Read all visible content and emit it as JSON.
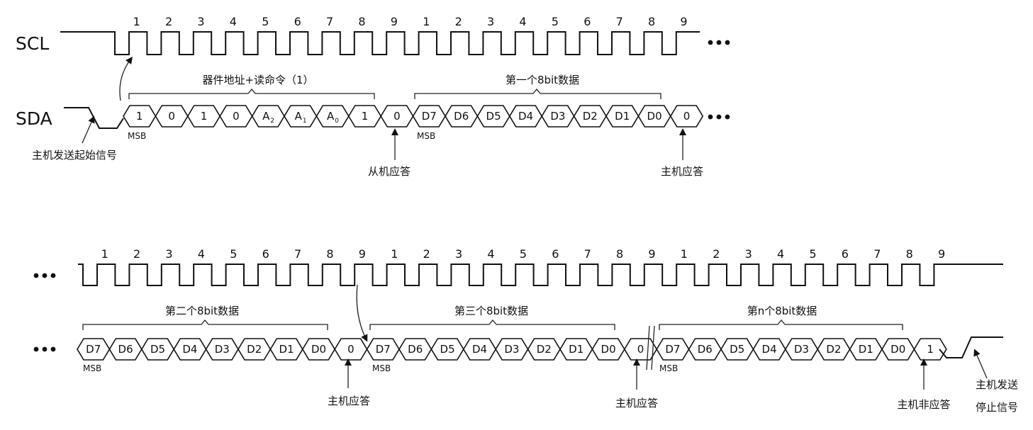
{
  "labels": {
    "scl": "SCL",
    "sda": "SDA",
    "msb": "MSB",
    "ellipsis": "•••"
  },
  "bits_1_to_9": [
    "1",
    "2",
    "3",
    "4",
    "5",
    "6",
    "7",
    "8",
    "9"
  ],
  "row1": {
    "clock_groups": 2,
    "address_cells": [
      "1",
      "0",
      "1",
      "0",
      "A2",
      "A1",
      "A0",
      "1"
    ],
    "ack1_cell": "0",
    "data_cells": [
      "D7",
      "D6",
      "D5",
      "D4",
      "D3",
      "D2",
      "D1",
      "D0"
    ],
    "ack2_cell": "0",
    "brace_address_label": "器件地址+读命令（1）",
    "brace_data_label": "第一个8bit数据",
    "note_start": "主机发送起始信号",
    "note_slave_ack": "从机应答",
    "note_master_ack": "主机应答"
  },
  "row2": {
    "clock_groups": 3,
    "groups": [
      {
        "cells": [
          "D7",
          "D6",
          "D5",
          "D4",
          "D3",
          "D2",
          "D1",
          "D0"
        ],
        "ack": "0",
        "brace_label": "第二个8bit数据",
        "note": "主机应答"
      },
      {
        "cells": [
          "D7",
          "D6",
          "D5",
          "D4",
          "D3",
          "D2",
          "D1",
          "D0"
        ],
        "ack": "0",
        "brace_label": "第三个8bit数据",
        "note": "主机应答"
      },
      {
        "cells": [
          "D7",
          "D6",
          "D5",
          "D4",
          "D3",
          "D2",
          "D1",
          "D0"
        ],
        "ack": "1",
        "brace_label": "第n个8bit数据",
        "note": "主机非应答"
      }
    ],
    "note_stop_line1": "主机发送",
    "note_stop_line2": "停止信号"
  }
}
